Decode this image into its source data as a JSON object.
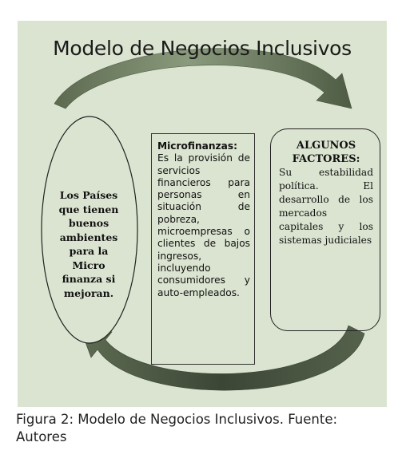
{
  "diagram": {
    "title": "Modelo de Negocios Inclusivos",
    "left": {
      "lines": [
        "Los Países",
        "que tienen",
        "buenos",
        "ambientes",
        "para la",
        "Micro",
        "finanza si",
        "mejoran."
      ]
    },
    "middle": {
      "heading": "Microfinanzas:",
      "body": "Es la provisión de servicios financieros para personas en situación de pobreza, microempresas o clientes de bajos ingresos, incluyendo consumidores y auto-empleados."
    },
    "right": {
      "heading_lines": [
        "ALGUNOS",
        "FACTORES:"
      ],
      "body": "Su estabilidad política. El desarrollo de los mercados capitales y los sistemas judiciales"
    }
  },
  "caption": {
    "line1": "Figura 2: Modelo de Negocios Inclusivos. Fuente:",
    "line2": "Autores"
  },
  "colors": {
    "background": "#dbe4d0",
    "arrow": "#5c6a52",
    "text": "#111111"
  }
}
